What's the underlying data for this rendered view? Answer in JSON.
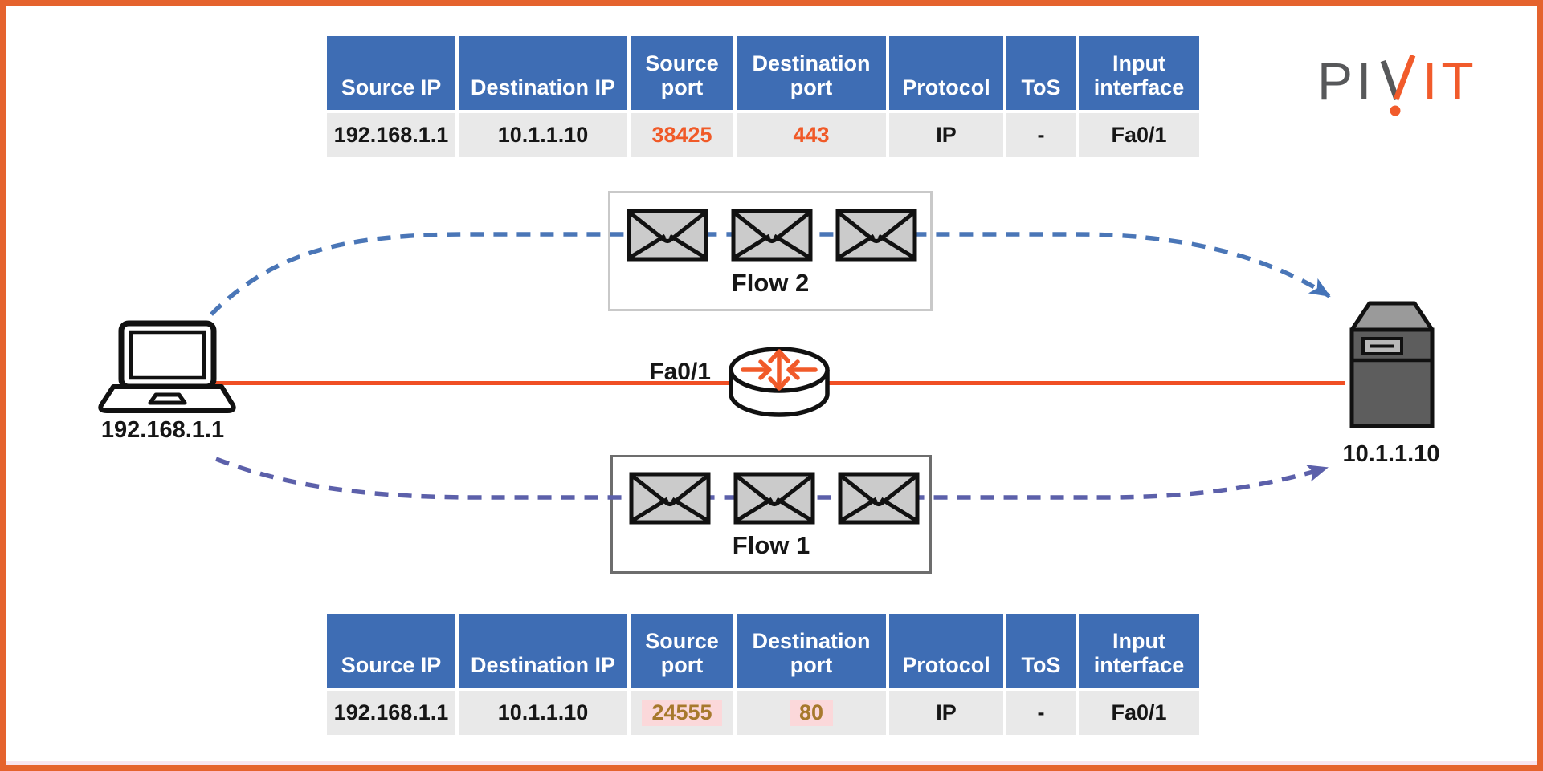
{
  "logo": {
    "part_gray": "PI",
    "v_label": "V",
    "part_orange": "IT"
  },
  "tables": {
    "top": {
      "headers": [
        "Source IP",
        "Destination IP",
        "Source port",
        "Destination port",
        "Protocol",
        "ToS",
        "Input interface"
      ],
      "row": [
        "192.168.1.1",
        "10.1.1.10",
        "38425",
        "443",
        "IP",
        "-",
        "Fa0/1"
      ]
    },
    "bottom": {
      "headers": [
        "Source IP",
        "Destination IP",
        "Source port",
        "Destination port",
        "Protocol",
        "ToS",
        "Input interface"
      ],
      "row": [
        "192.168.1.1",
        "10.1.1.10",
        "24555",
        "80",
        "IP",
        "-",
        "Fa0/1"
      ]
    }
  },
  "flows": {
    "flow2": {
      "label": "Flow 2"
    },
    "flow1": {
      "label": "Flow 1"
    }
  },
  "devices": {
    "laptop": {
      "label": "192.168.1.1"
    },
    "server": {
      "label": "10.1.1.10"
    },
    "router": {
      "interface_label": "Fa0/1"
    }
  },
  "colors": {
    "frame_orange": "#e5632e",
    "link_orange": "#f04f24",
    "table_header_blue": "#3e6db4",
    "table_row_gray": "#e9e9e9",
    "top_port_value_orange": "#f05a28",
    "bottom_port_value_brown": "#a7792c",
    "bottom_port_highlight_pink": "#fbd8da",
    "flow2_dash_blue": "#4a76b7",
    "flow1_dash_indigo": "#5c60aa",
    "logo_gray": "#57585a",
    "logo_orange": "#f15b2b"
  }
}
